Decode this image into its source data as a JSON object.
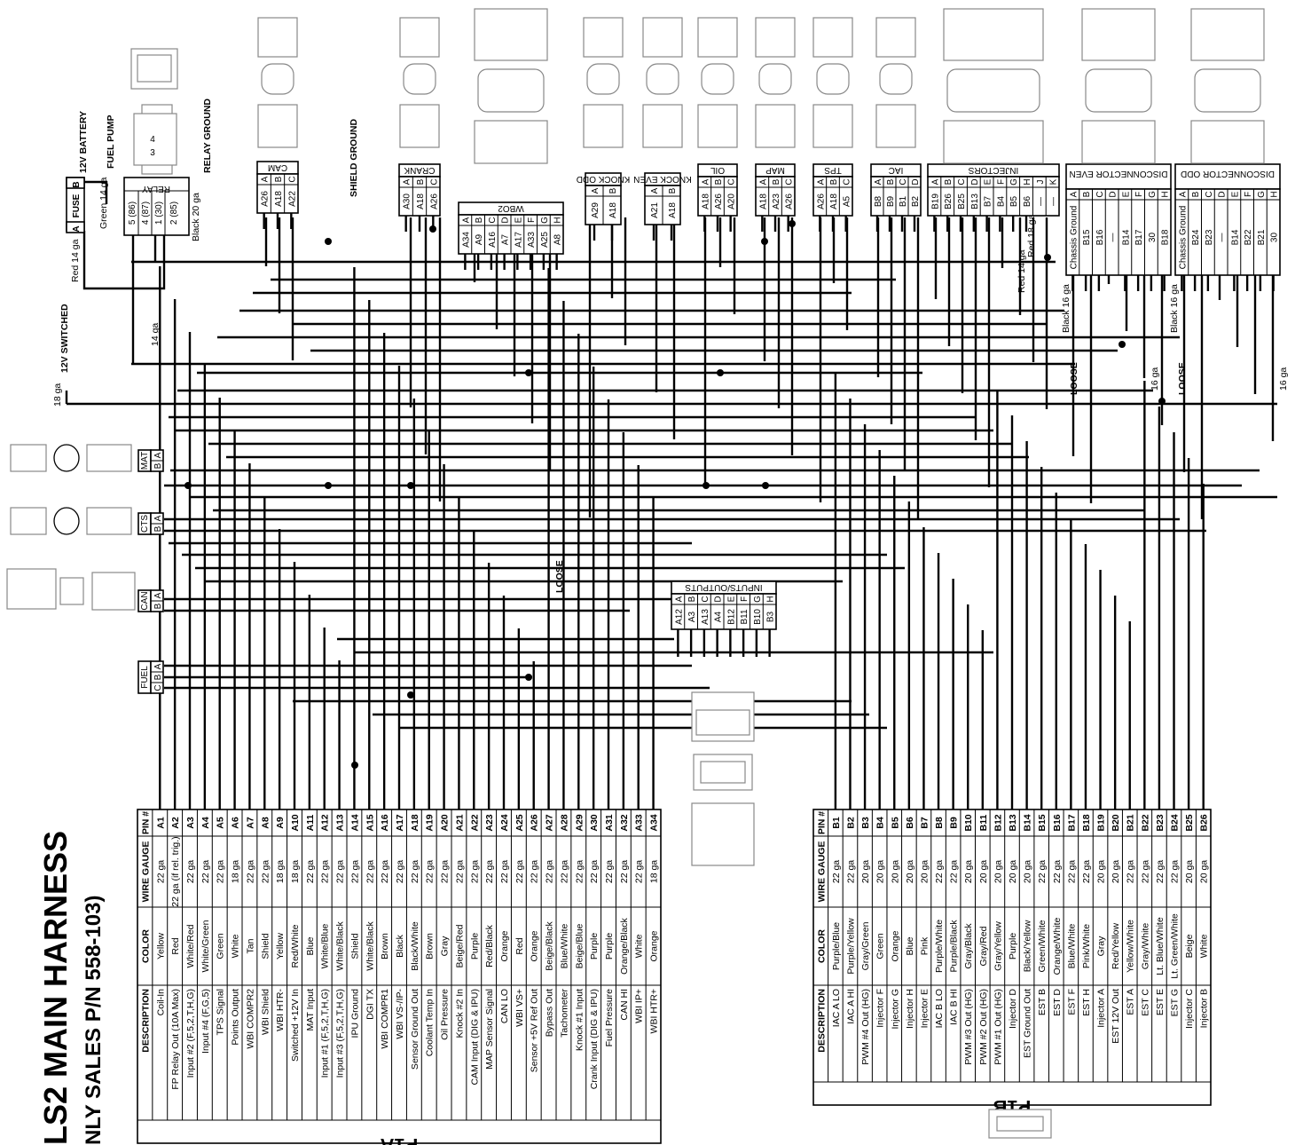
{
  "title": {
    "line1": "LS2 MAIN HARNESS",
    "line2": "NLY SALES P/N 558-103)"
  },
  "top_labels": [
    {
      "id": "relay-ground",
      "text": "RELAY GROUND"
    },
    {
      "id": "12v-battery",
      "text": "12V BATTERY"
    },
    {
      "id": "fuel-pump",
      "text": "FUEL PUMP"
    },
    {
      "id": "green-14ga",
      "text": "Green 14 ga"
    },
    {
      "id": "red-14ga",
      "text": "Red 14 ga"
    },
    {
      "id": "black-20ga",
      "text": "Black 20 ga"
    },
    {
      "id": "12v-switched",
      "text": "12V SWITCHED"
    },
    {
      "id": "18ga",
      "text": "18 ga"
    },
    {
      "id": "14ga",
      "text": "14 ga"
    },
    {
      "id": "shield-ground",
      "text": "SHIELD GROUND"
    },
    {
      "id": "red-18ga",
      "text": "Red 18 ga"
    },
    {
      "id": "red-14ga-2",
      "text": "Red 14 ga"
    },
    {
      "id": "black-16ga-1",
      "text": "Black 16 ga"
    },
    {
      "id": "black-16ga-2",
      "text": "Black 16 ga"
    },
    {
      "id": "loose-1",
      "text": "LOOSE"
    },
    {
      "id": "loose-2",
      "text": "LOOSE"
    },
    {
      "id": "loose-3",
      "text": "LOOSE"
    },
    {
      "id": "16ga-1",
      "text": "16 ga"
    },
    {
      "id": "16ga-2",
      "text": "16 ga"
    }
  ],
  "fuse": {
    "a": "A",
    "label": "FUSE",
    "b": "B"
  },
  "relay": {
    "name": "RELAY",
    "pins": [
      "5 (86)",
      "4 (87)",
      "1 (30)",
      "2 (85)"
    ]
  },
  "top_connectors": [
    {
      "name": "CAM",
      "pins": [
        [
          "A26",
          "A"
        ],
        [
          "A18",
          "B"
        ],
        [
          "A22",
          "C"
        ]
      ]
    },
    {
      "name": "CRANK",
      "pins": [
        [
          "A30",
          "A"
        ],
        [
          "A18",
          "B"
        ],
        [
          "A26",
          "C"
        ]
      ]
    },
    {
      "name": "WBO2",
      "pins": [
        [
          "A34",
          "A"
        ],
        [
          "A9",
          "B"
        ],
        [
          "A16",
          "C"
        ],
        [
          "A7",
          "D"
        ],
        [
          "A17",
          "E"
        ],
        [
          "A33",
          "F"
        ],
        [
          "A25",
          "G"
        ],
        [
          "A8",
          "H"
        ]
      ]
    },
    {
      "name": "KNOCK ODD",
      "pins": [
        [
          "A29",
          "A"
        ],
        [
          "A18",
          "B"
        ]
      ]
    },
    {
      "name": "KNOCK EVEN",
      "pins": [
        [
          "A21",
          "A"
        ],
        [
          "A18",
          "B"
        ]
      ]
    },
    {
      "name": "OIL",
      "pins": [
        [
          "A18",
          "A"
        ],
        [
          "A26",
          "B"
        ],
        [
          "A20",
          "C"
        ]
      ]
    },
    {
      "name": "MAP",
      "pins": [
        [
          "A18",
          "A"
        ],
        [
          "A23",
          "B"
        ],
        [
          "A26",
          "C"
        ]
      ]
    },
    {
      "name": "TPS",
      "pins": [
        [
          "A26",
          "A"
        ],
        [
          "A18",
          "B"
        ],
        [
          "A5",
          "C"
        ]
      ]
    },
    {
      "name": "IAC",
      "pins": [
        [
          "B8",
          "A"
        ],
        [
          "B9",
          "B"
        ],
        [
          "B1",
          "C"
        ],
        [
          "B2",
          "D"
        ]
      ]
    },
    {
      "name": "INJECTORS",
      "pins": [
        [
          "B19",
          "A"
        ],
        [
          "B26",
          "B"
        ],
        [
          "B25",
          "C"
        ],
        [
          "B13",
          "D"
        ],
        [
          "B7",
          "E"
        ],
        [
          "B4",
          "F"
        ],
        [
          "B5",
          "G"
        ],
        [
          "B6",
          "H"
        ],
        [
          "—",
          "J"
        ],
        [
          "—",
          "K"
        ]
      ]
    },
    {
      "name": "DISCONNECTOR EVEN",
      "pins": [
        [
          "Chassis Ground",
          "A"
        ],
        [
          "B15",
          "B"
        ],
        [
          "B16",
          "C"
        ],
        [
          "—",
          "D"
        ],
        [
          "B14",
          "E"
        ],
        [
          "B17",
          "F"
        ],
        [
          "30",
          "G"
        ],
        [
          "B18",
          "H"
        ]
      ]
    },
    {
      "name": "DISCONNECTOR ODD",
      "pins": [
        [
          "Chassis Ground",
          "A"
        ],
        [
          "B24",
          "B"
        ],
        [
          "B23",
          "C"
        ],
        [
          "—",
          "D"
        ],
        [
          "B14",
          "E"
        ],
        [
          "B22",
          "F"
        ],
        [
          "B21",
          "G"
        ],
        [
          "30",
          "H"
        ]
      ]
    }
  ],
  "side_connectors": [
    {
      "name": "MAT",
      "pins": [
        "A",
        "B"
      ]
    },
    {
      "name": "CTS",
      "pins": [
        "A",
        "B"
      ]
    },
    {
      "name": "CAN",
      "pins": [
        "A",
        "B"
      ]
    },
    {
      "name": "FUEL",
      "pins": [
        "A",
        "B",
        "C"
      ]
    }
  ],
  "io_connector": {
    "name": "INPUTS/OUTPUTS",
    "pins": [
      [
        "A12",
        "A"
      ],
      [
        "A3",
        "B"
      ],
      [
        "A13",
        "C"
      ],
      [
        "A4",
        "D"
      ],
      [
        "B12",
        "E"
      ],
      [
        "B11",
        "F"
      ],
      [
        "B10",
        "G"
      ],
      [
        "B3",
        "H"
      ]
    ]
  },
  "p1a": {
    "name": "P1A",
    "headers": {
      "desc": "DESCRIPTION",
      "color": "COLOR",
      "gauge": "WIRE GAUGE",
      "pin": "PIN #"
    },
    "rows": [
      [
        "Coil-In",
        "Yellow",
        "22 ga",
        "A1"
      ],
      [
        "FP Relay Out (10A Max)",
        "Red",
        "22 ga (if rel. trig.)",
        "A2"
      ],
      [
        "Input #2 (F,5,2,T,H,G)",
        "White/Red",
        "22 ga",
        "A3"
      ],
      [
        "Input #4 (F,G,5)",
        "White/Green",
        "22 ga",
        "A4"
      ],
      [
        "TPS Signal",
        "Green",
        "22 ga",
        "A5"
      ],
      [
        "Points Output",
        "White",
        "18 ga",
        "A6"
      ],
      [
        "WBI COMPR2",
        "Tan",
        "22 ga",
        "A7"
      ],
      [
        "WBI Shield",
        "Shield",
        "22 ga",
        "A8"
      ],
      [
        "WBI HTR-",
        "Yellow",
        "18 ga",
        "A9"
      ],
      [
        "Switched +12V In",
        "Red/White",
        "18 ga",
        "A10"
      ],
      [
        "MAT Input",
        "Blue",
        "22 ga",
        "A11"
      ],
      [
        "Input #1 (F,5,2,T,H,G)",
        "White/Blue",
        "22 ga",
        "A12"
      ],
      [
        "Input #3 (F,5,2,T,H,G)",
        "White/Black",
        "22 ga",
        "A13"
      ],
      [
        "IPU Ground",
        "Shield",
        "22 ga",
        "A14"
      ],
      [
        "DGI TX",
        "White/Black",
        "22 ga",
        "A15"
      ],
      [
        "WBI COMPR1",
        "Brown",
        "22 ga",
        "A16"
      ],
      [
        "WBI VS-/IP-",
        "Black",
        "22 ga",
        "A17"
      ],
      [
        "Sensor Ground Out",
        "Black/White",
        "22 ga",
        "A18"
      ],
      [
        "Coolant Temp In",
        "Brown",
        "22 ga",
        "A19"
      ],
      [
        "Oil Pressure",
        "Gray",
        "22 ga",
        "A20"
      ],
      [
        "Knock #2 In",
        "Beige/Red",
        "22 ga",
        "A21"
      ],
      [
        "CAM Input (DIG & IPU)",
        "Purple",
        "22 ga",
        "A22"
      ],
      [
        "MAP Sensor Signal",
        "Red/Black",
        "22 ga",
        "A23"
      ],
      [
        "CAN LO",
        "Orange",
        "22 ga",
        "A24"
      ],
      [
        "WBI VS+",
        "Red",
        "22 ga",
        "A25"
      ],
      [
        "Sensor +5V Ref Out",
        "Orange",
        "22 ga",
        "A26"
      ],
      [
        "Bypass Out",
        "Beige/Black",
        "22 ga",
        "A27"
      ],
      [
        "Tachometer",
        "Blue/White",
        "22 ga",
        "A28"
      ],
      [
        "Knock #1 Input",
        "Beige/Blue",
        "22 ga",
        "A29"
      ],
      [
        "Crank Input (DIG & IPU)",
        "Purple",
        "22 ga",
        "A30"
      ],
      [
        "Fuel Pressure",
        "Purple",
        "22 ga",
        "A31"
      ],
      [
        "CAN HI",
        "Orange/Black",
        "22 ga",
        "A32"
      ],
      [
        "WBI IP+",
        "White",
        "22 ga",
        "A33"
      ],
      [
        "WBI HTR+",
        "Orange",
        "18 ga",
        "A34"
      ]
    ]
  },
  "p1b": {
    "name": "P1B",
    "headers": {
      "desc": "DESCRIPTION",
      "color": "COLOR",
      "gauge": "WIRE GAUGE",
      "pin": "PIN #"
    },
    "rows": [
      [
        "IAC A LO",
        "Purple/Blue",
        "22 ga",
        "B1"
      ],
      [
        "IAC A HI",
        "Purple/Yellow",
        "22 ga",
        "B2"
      ],
      [
        "PWM #4 Out (HG)",
        "Gray/Green",
        "20 ga",
        "B3"
      ],
      [
        "Injector F",
        "Green",
        "20 ga",
        "B4"
      ],
      [
        "Injector G",
        "Orange",
        "20 ga",
        "B5"
      ],
      [
        "Injector H",
        "Blue",
        "20 ga",
        "B6"
      ],
      [
        "Injector E",
        "Pink",
        "20 ga",
        "B7"
      ],
      [
        "IAC B LO",
        "Purple/White",
        "22 ga",
        "B8"
      ],
      [
        "IAC B HI",
        "Purple/Black",
        "22 ga",
        "B9"
      ],
      [
        "PWM #3 Out (HG)",
        "Gray/Black",
        "20 ga",
        "B10"
      ],
      [
        "PWM #2 Out (HG)",
        "Gray/Red",
        "20 ga",
        "B11"
      ],
      [
        "PWM #1 Out (HG)",
        "Gray/Yellow",
        "20 ga",
        "B12"
      ],
      [
        "Injector D",
        "Purple",
        "20 ga",
        "B13"
      ],
      [
        "EST Ground Out",
        "Black/Yellow",
        "20 ga",
        "B14"
      ],
      [
        "EST B",
        "Green/White",
        "22 ga",
        "B15"
      ],
      [
        "EST D",
        "Orange/White",
        "22 ga",
        "B16"
      ],
      [
        "EST F",
        "Blue/White",
        "22 ga",
        "B17"
      ],
      [
        "EST H",
        "Pink/White",
        "22 ga",
        "B18"
      ],
      [
        "Injector A",
        "Gray",
        "20 ga",
        "B19"
      ],
      [
        "EST 12V Out",
        "Red/Yellow",
        "20 ga",
        "B20"
      ],
      [
        "EST A",
        "Yellow/White",
        "22 ga",
        "B21"
      ],
      [
        "EST C",
        "Gray/White",
        "22 ga",
        "B22"
      ],
      [
        "EST E",
        "Lt. Blue/White",
        "22 ga",
        "B23"
      ],
      [
        "EST G",
        "Lt. Green/White",
        "22 ga",
        "B24"
      ],
      [
        "Injector C",
        "Beige",
        "20 ga",
        "B25"
      ],
      [
        "Injector B",
        "White",
        "20 ga",
        "B26"
      ]
    ]
  }
}
